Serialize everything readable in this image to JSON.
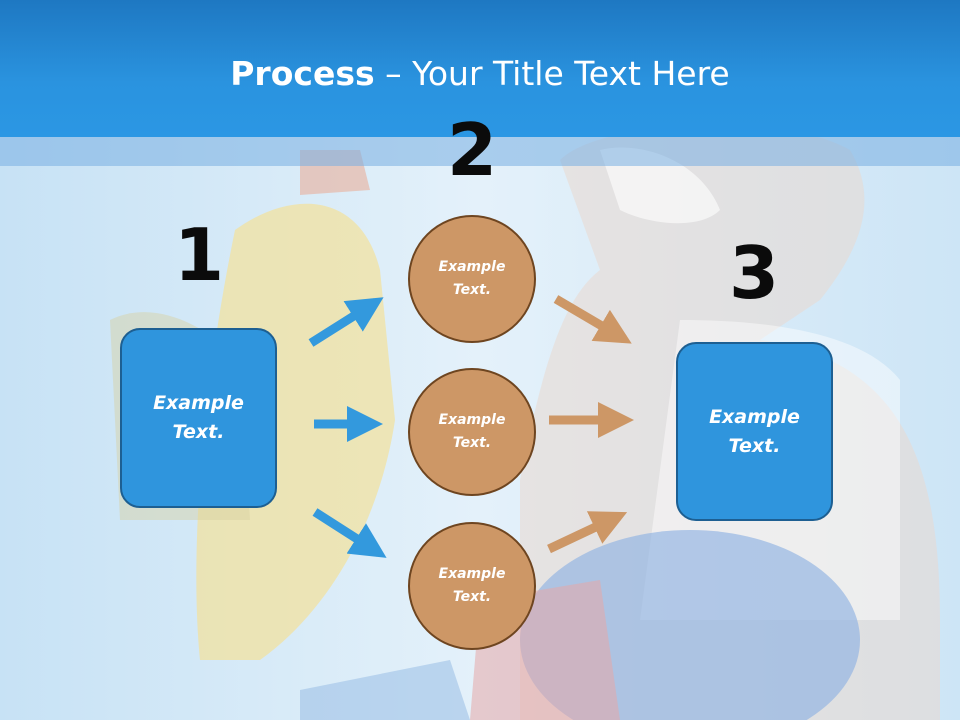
{
  "title": {
    "bold": "Process",
    "rest": " – Your Title Text Here"
  },
  "steps": [
    {
      "number": "1",
      "text": "Example\nText."
    },
    {
      "number": "2",
      "items": [
        "Example\nText.",
        "Example\nText.",
        "Example\nText."
      ]
    },
    {
      "number": "3",
      "text": "Example\nText."
    }
  ],
  "colors": {
    "header": "#2a93df",
    "box_fill": "#2f95dd",
    "box_border": "#1d5f92",
    "circle_fill": "#cd9766",
    "circle_border": "#6e4520",
    "arrow_blue": "#3399dd",
    "arrow_tan": "#cd9766"
  }
}
